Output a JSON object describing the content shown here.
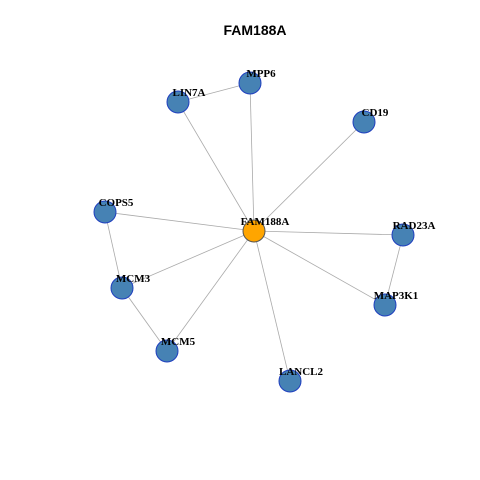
{
  "title": "FAM188A",
  "colors": {
    "hub_fill": "#FFA500",
    "hub_stroke": "#555555",
    "node_fill": "#4682B4",
    "node_stroke": "#1F3FBF",
    "edge": "#AAAAAA"
  },
  "nodes": [
    {
      "id": "FAM188A",
      "label": "FAM188A",
      "hub": true
    },
    {
      "id": "MPP6",
      "label": "MPP6"
    },
    {
      "id": "LIN7A",
      "label": "LIN7A"
    },
    {
      "id": "CD19",
      "label": "CD19"
    },
    {
      "id": "COPS5",
      "label": "COPS5"
    },
    {
      "id": "RAD23A",
      "label": "RAD23A"
    },
    {
      "id": "MCM3",
      "label": "MCM3"
    },
    {
      "id": "MAP3K1",
      "label": "MAP3K1"
    },
    {
      "id": "MCM5",
      "label": "MCM5"
    },
    {
      "id": "LANCL2",
      "label": "LANCL2"
    }
  ],
  "edges": [
    [
      "FAM188A",
      "MPP6"
    ],
    [
      "FAM188A",
      "LIN7A"
    ],
    [
      "FAM188A",
      "CD19"
    ],
    [
      "FAM188A",
      "COPS5"
    ],
    [
      "FAM188A",
      "RAD23A"
    ],
    [
      "FAM188A",
      "MCM3"
    ],
    [
      "FAM188A",
      "MAP3K1"
    ],
    [
      "FAM188A",
      "MCM5"
    ],
    [
      "FAM188A",
      "LANCL2"
    ],
    [
      "LIN7A",
      "MPP6"
    ],
    [
      "COPS5",
      "MCM3"
    ],
    [
      "MCM3",
      "MCM5"
    ],
    [
      "RAD23A",
      "MAP3K1"
    ]
  ]
}
